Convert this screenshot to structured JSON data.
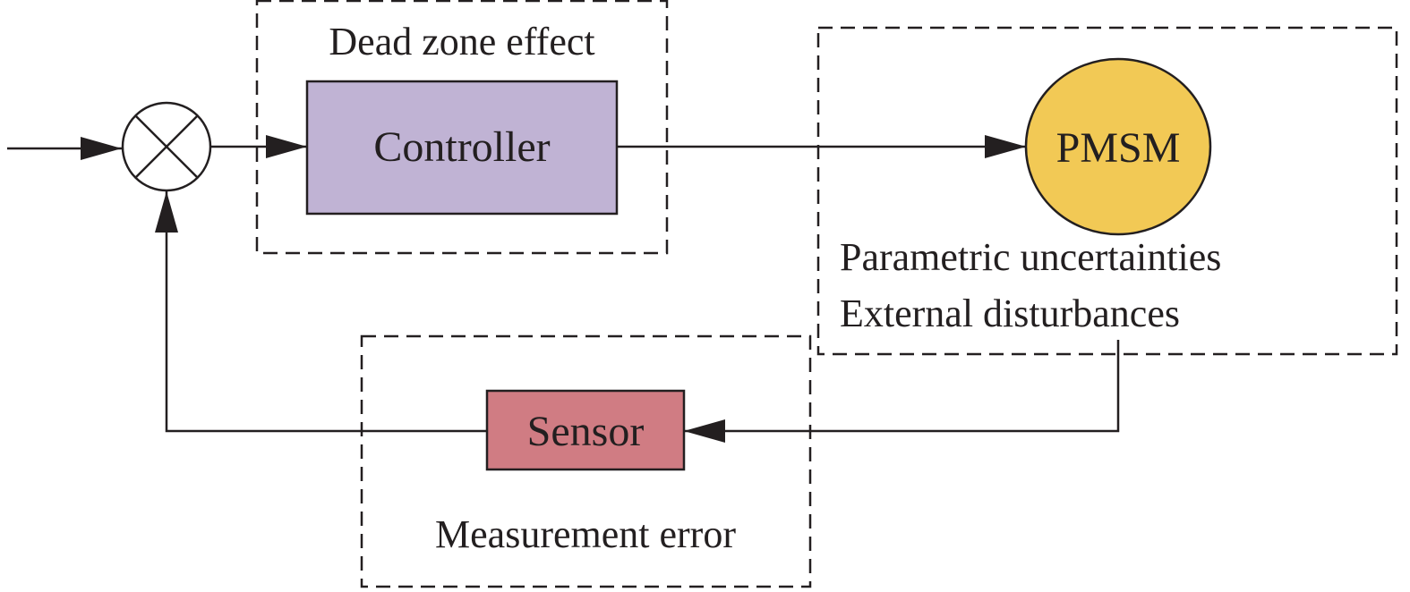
{
  "regions": {
    "dead_zone": {
      "label": "Dead zone effect"
    },
    "plant": {
      "line1": "Parametric uncertainties",
      "line2": "External disturbances"
    },
    "sensor_region": {
      "label": "Measurement error"
    }
  },
  "blocks": {
    "controller": {
      "label": "Controller",
      "fill": "#c0b3d4"
    },
    "pmsm": {
      "label": "PMSM",
      "fill": "#f2c955"
    },
    "sensor": {
      "label": "Sensor",
      "fill": "#d07c83"
    }
  },
  "colors": {
    "stroke": "#231f20"
  }
}
